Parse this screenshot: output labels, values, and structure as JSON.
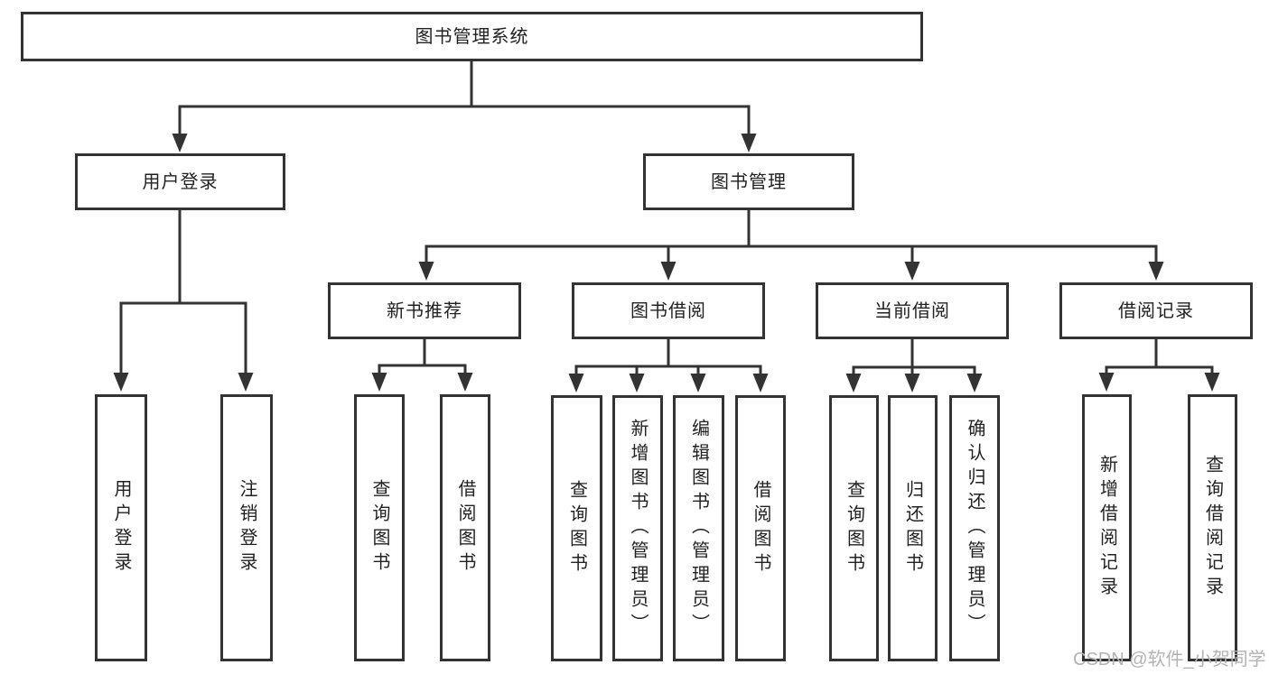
{
  "tree": {
    "root": "图书管理系统",
    "user_login": {
      "label": "用户登录",
      "children": [
        "用户登录",
        "注销登录"
      ]
    },
    "book_mgmt": {
      "label": "图书管理",
      "sections": [
        {
          "label": "新书推荐",
          "children": [
            "查询图书",
            "借阅图书"
          ]
        },
        {
          "label": "图书借阅",
          "children": [
            "查询图书",
            "新增图书（管理员）",
            "编辑图书（管理员）",
            "借阅图书"
          ]
        },
        {
          "label": "当前借阅",
          "children": [
            "查询图书",
            "归还图书",
            "确认归还（管理员）"
          ]
        },
        {
          "label": "借阅记录",
          "children": [
            "新增借阅记录",
            "查询借阅记录"
          ]
        }
      ]
    }
  },
  "watermark": "CSDN @软件_小贺同学",
  "colors": {
    "line": "#333333",
    "box_border": "#333333",
    "text": "#222222",
    "watermark": "#b3b3b3",
    "background": "#ffffff"
  }
}
